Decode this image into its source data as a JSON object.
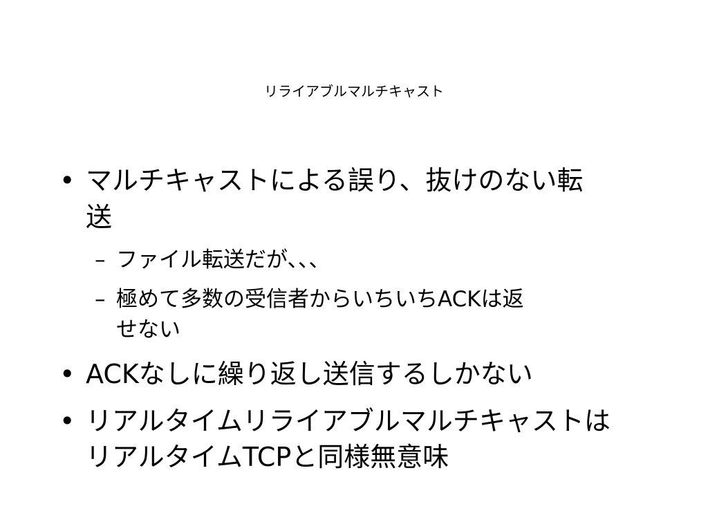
{
  "slide": {
    "title": "リライアブルマルチキャスト",
    "bullet_symbol": "•",
    "dash_symbol": "–",
    "items": [
      {
        "level": 1,
        "lines": [
          "マルチキャストによる誤り、抜けのない転",
          "送"
        ]
      },
      {
        "level": 2,
        "lines": [
          "ファイル転送だが、、、"
        ]
      },
      {
        "level": 2,
        "lines": [
          "極めて多数の受信者からいちいちACKは返",
          "せない"
        ]
      },
      {
        "level": 1,
        "lines": [
          "ACKなしに繰り返し送信するしかない"
        ]
      },
      {
        "level": 1,
        "lines": [
          "リアルタイムリライアブルマルチキャストは",
          "リアルタイムTCPと同様無意味"
        ]
      }
    ]
  }
}
